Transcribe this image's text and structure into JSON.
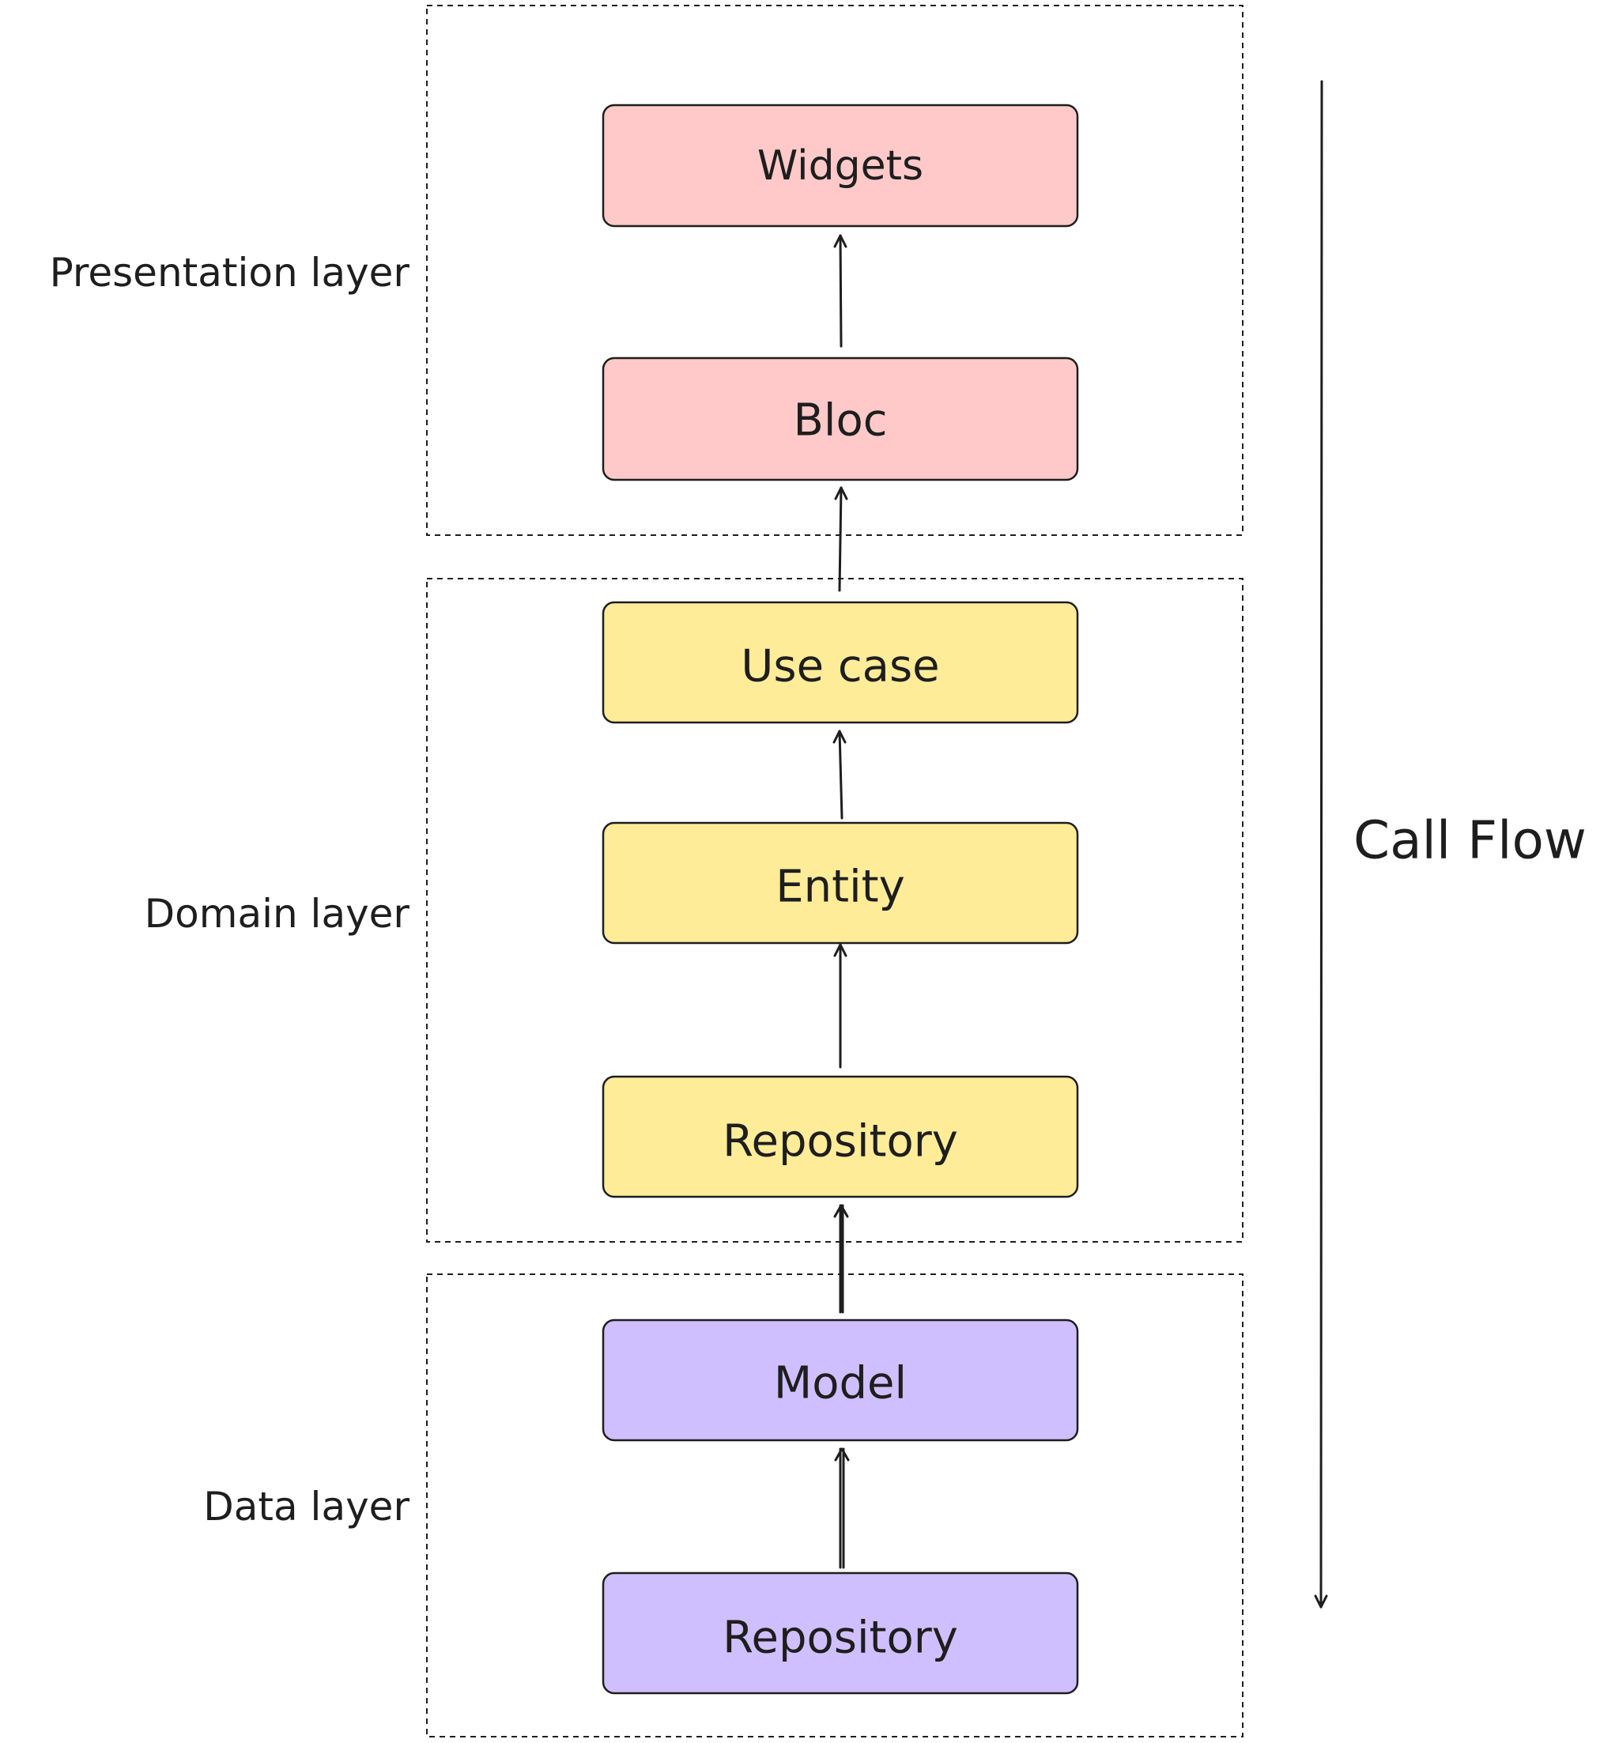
{
  "layers": {
    "presentation": {
      "label": "Presentation layer"
    },
    "domain": {
      "label": "Domain layer"
    },
    "data": {
      "label": "Data layer"
    }
  },
  "nodes": {
    "widgets": {
      "label": "Widgets",
      "color": "#ffc9c9"
    },
    "bloc": {
      "label": "Bloc",
      "color": "#ffc9c9"
    },
    "use_case": {
      "label": "Use case",
      "color": "#ffec99"
    },
    "entity": {
      "label": "Entity",
      "color": "#ffec99"
    },
    "domain_repository": {
      "label": "Repository",
      "color": "#ffec99"
    },
    "model": {
      "label": "Model",
      "color": "#d0bfff"
    },
    "data_repository": {
      "label": "Repository",
      "color": "#d0bfff"
    }
  },
  "edges": [
    {
      "from": "bloc",
      "to": "widgets"
    },
    {
      "from": "use_case",
      "to": "bloc"
    },
    {
      "from": "entity",
      "to": "use_case"
    },
    {
      "from": "domain_repository",
      "to": "entity"
    },
    {
      "from": "model",
      "to": "domain_repository"
    },
    {
      "from": "data_repository",
      "to": "model"
    }
  ],
  "call_flow": {
    "label": "Call Flow",
    "direction": "down"
  }
}
